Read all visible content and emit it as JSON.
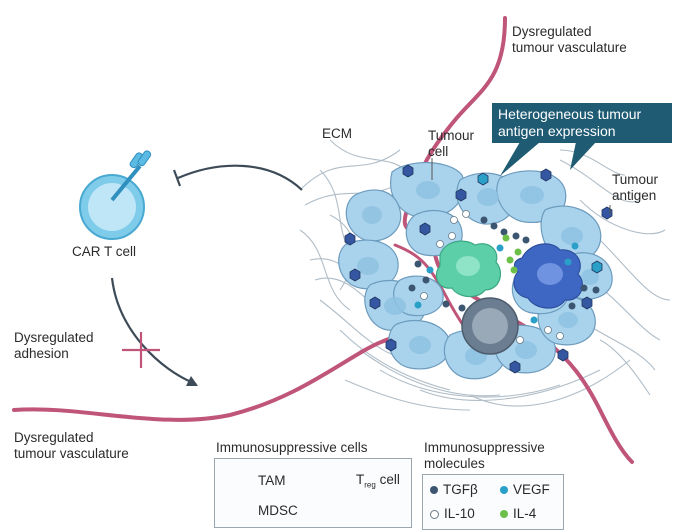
{
  "labels": {
    "vasculature_top": "Dysregulated\ntumour vasculature",
    "callout": "Heterogeneous tumour antigen expression",
    "ecm": "ECM",
    "tumour_cell": "Tumour\ncell",
    "tumour_antigen": "Tumour\nantigen",
    "car_t_cell": "CAR T cell",
    "adhesion": "Dysregulated\nadhesion",
    "vasculature_bottom": "Dysregulated\ntumour vasculature"
  },
  "legend": {
    "cells_title": "Immunosuppressive cells",
    "tam": "TAM",
    "treg_main": "T",
    "treg_sub": "reg",
    "treg_rest": " cell",
    "mdsc": "MDSC",
    "molecules_title": "Immunosuppressive\nmolecules",
    "tgfb": "TGFβ",
    "vegf": "VEGF",
    "il10": "IL-10",
    "il4": "IL-4"
  },
  "colors": {
    "vessel": "#c0557a",
    "cell_fill": "#a9d3ec",
    "tam": "#5ccfa8",
    "mdsc": "#3e67c4",
    "treg": "#6b7d90",
    "tgfb": "#3c5570",
    "vegf": "#2aa0c8",
    "il10": "#ffffff",
    "il4": "#6cc04a",
    "callout": "#1f5b73"
  }
}
